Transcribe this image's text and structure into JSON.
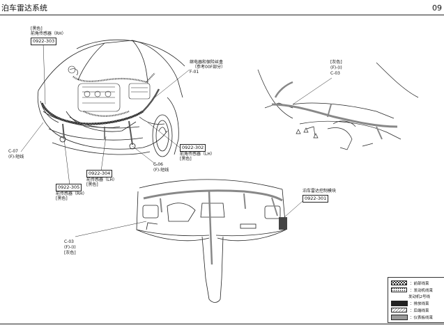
{
  "header": {
    "title": "泊车雷达系统",
    "page": "09"
  },
  "labels": {
    "rh_front_corner": {
      "color": "[黑色]",
      "name": "前角传感器（RH）",
      "code": "0922-303"
    },
    "relay_box": {
      "line1": "继电器和保险丝盒",
      "line2": "（参考00F部分）",
      "line3": "F-01"
    },
    "gray_c03_top": {
      "color": "[灰色]",
      "type": "(F)-(I)",
      "code": "C-03"
    },
    "c07": {
      "code": "C-07",
      "desc": "(F)-短线"
    },
    "lh_front_corner": {
      "code": "0922-302",
      "name": "前角传感器（LH）",
      "color": "[黑色]"
    },
    "c06": {
      "code": "C-06",
      "desc": "(F)-短线"
    },
    "lh_front": {
      "code": "0922-304",
      "name": "前传感器（LH）",
      "color": "[黑色]"
    },
    "rh_front": {
      "code": "0922-305",
      "name": "前传感器（RH）",
      "color": "[黑色]"
    },
    "parking_module": {
      "name": "泊车雷达控制模块",
      "code": "0922-301"
    },
    "c03_bottom": {
      "code": "C-03",
      "type": "(F)-(I)",
      "color": "[灰色]"
    }
  },
  "legend": {
    "items": [
      {
        "pattern": "checker",
        "label": "：前部线束"
      },
      {
        "pattern": "dots",
        "label": "：发动机线束"
      },
      {
        "pattern": "dots2",
        "label": "发动机2号线"
      },
      {
        "pattern": "black",
        "label": "：排放线束"
      },
      {
        "pattern": "hatch",
        "label": "：后端线束"
      },
      {
        "pattern": "gray",
        "label": "：仪表板线束"
      }
    ]
  },
  "colors": {
    "line": "#222222",
    "harness": "#8a8a8a",
    "harness_dark": "#444444"
  }
}
